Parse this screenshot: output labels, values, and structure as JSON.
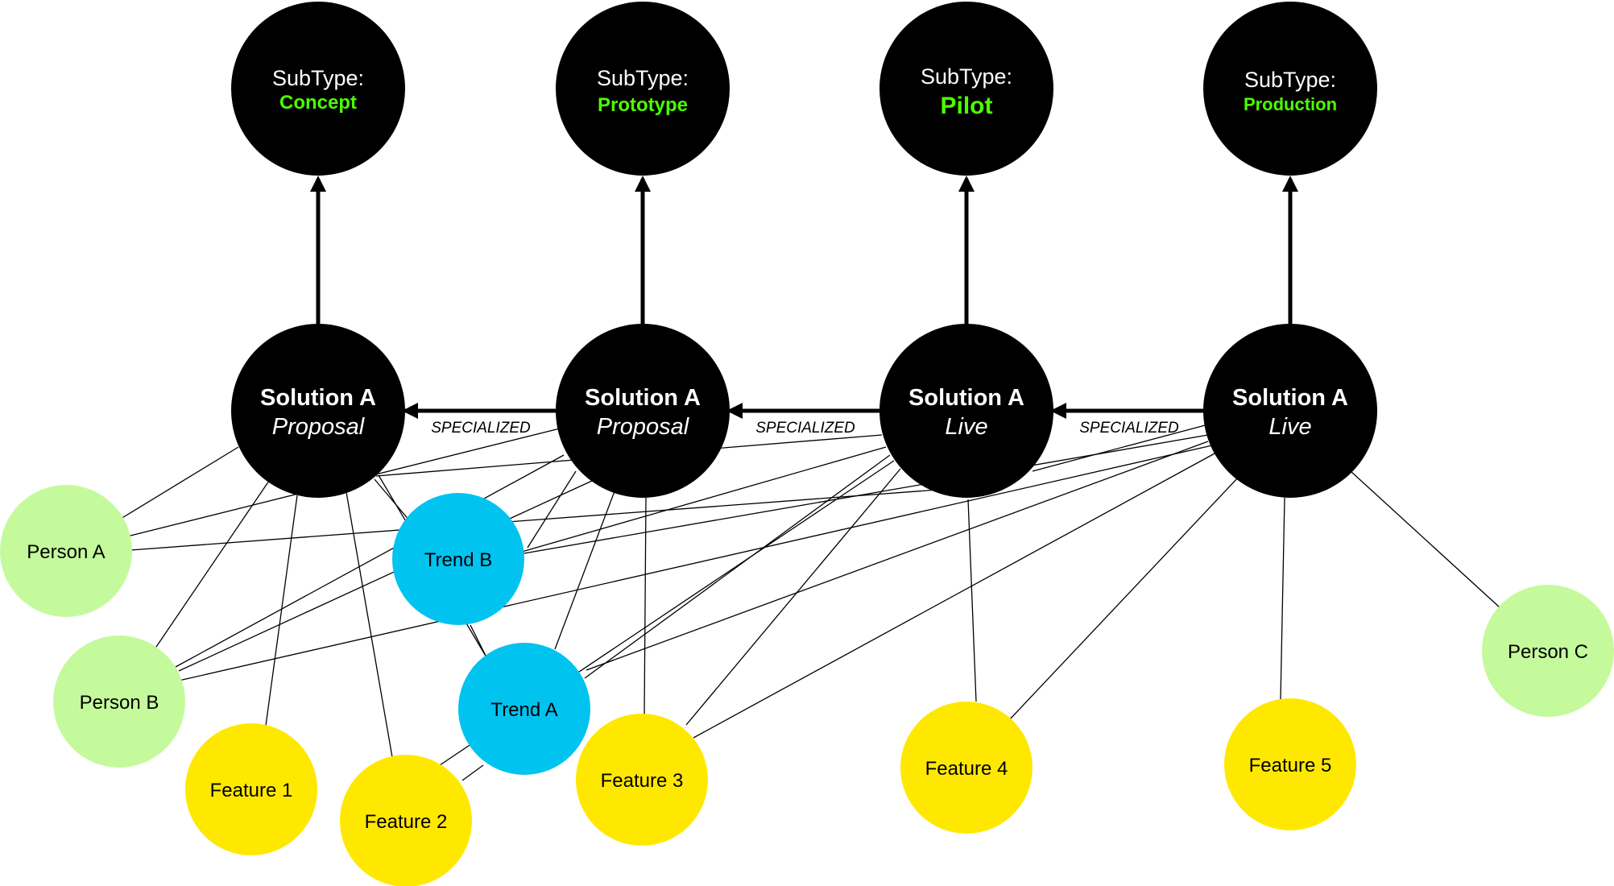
{
  "subtypes": [
    {
      "label": "SubType:",
      "value": "Concept",
      "color": "#4cff00"
    },
    {
      "label": "SubType:",
      "value": "Prototype",
      "color": "#4cff00"
    },
    {
      "label": "SubType:",
      "value": "Pilot",
      "color": "#4cff00"
    },
    {
      "label": "SubType:",
      "value": "Production",
      "color": "#4cff00"
    }
  ],
  "solutions": [
    {
      "name": "Solution A",
      "status": "Proposal"
    },
    {
      "name": "Solution A",
      "status": "Proposal"
    },
    {
      "name": "Solution A",
      "status": "Live"
    },
    {
      "name": "Solution A",
      "status": "Live"
    }
  ],
  "relations": [
    {
      "label": "SPECIALIZED"
    },
    {
      "label": "SPECIALIZED"
    },
    {
      "label": "SPECIALIZED"
    }
  ],
  "people": [
    {
      "label": "Person A",
      "color": "#c4fa9c"
    },
    {
      "label": "Person B",
      "color": "#c4fa9c"
    },
    {
      "label": "Person C",
      "color": "#c4fa9c"
    }
  ],
  "trends": [
    {
      "label": "Trend B",
      "color": "#00c3f0"
    },
    {
      "label": "Trend A",
      "color": "#00c3f0"
    }
  ],
  "features": [
    {
      "label": "Feature 1",
      "color": "#ffe800"
    },
    {
      "label": "Feature 2",
      "color": "#ffe800"
    },
    {
      "label": "Feature 3",
      "color": "#ffe800"
    },
    {
      "label": "Feature 4",
      "color": "#ffe800"
    },
    {
      "label": "Feature 5",
      "color": "#ffe800"
    }
  ],
  "colors": {
    "subtype_fill": "#000000",
    "solution_fill": "#000000"
  }
}
